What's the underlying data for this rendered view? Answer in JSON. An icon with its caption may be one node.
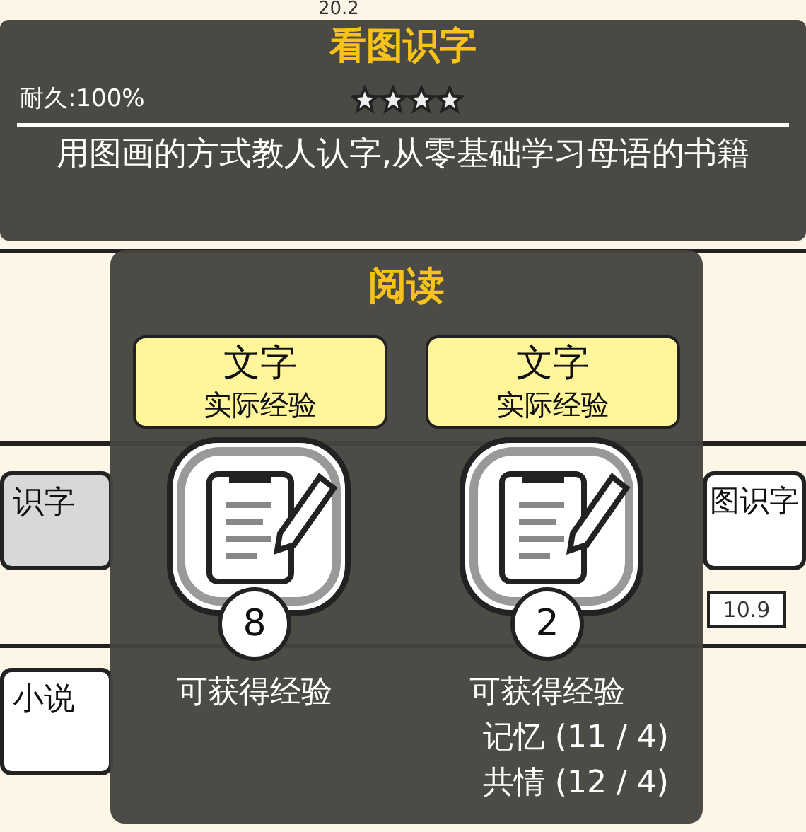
{
  "diagram": {
    "nodes": [
      {
        "text": [
          "看图识字",
          "耐久:100%",
          "用图画的方式教人认字,从零基础学习母语的书籍"
        ]
      },
      {
        "text": [
          "阅读"
        ]
      },
      {
        "text": [
          "文字",
          "实际经验"
        ],
        "in": 1
      },
      {
        "text": [
          "文字",
          "实际经验"
        ],
        "in": 1
      },
      {
        "text": [],
        "shape": "picture",
        "in": 1
      },
      {
        "text": [],
        "shape": "picture",
        "in": 1
      },
      {
        "text": [
          "8"
        ],
        "in": 1,
        "beside": [
          "可获得经验"
        ]
      },
      {
        "text": [
          "2"
        ],
        "in": 1,
        "beside": [
          "可获得经验",
          "记忆 (11 / 4)",
          "共情 (12 / 4)"
        ]
      }
    ],
    "labels": [
      "20.2",
      "识字",
      "图识字",
      "10.9",
      "小说"
    ]
  }
}
